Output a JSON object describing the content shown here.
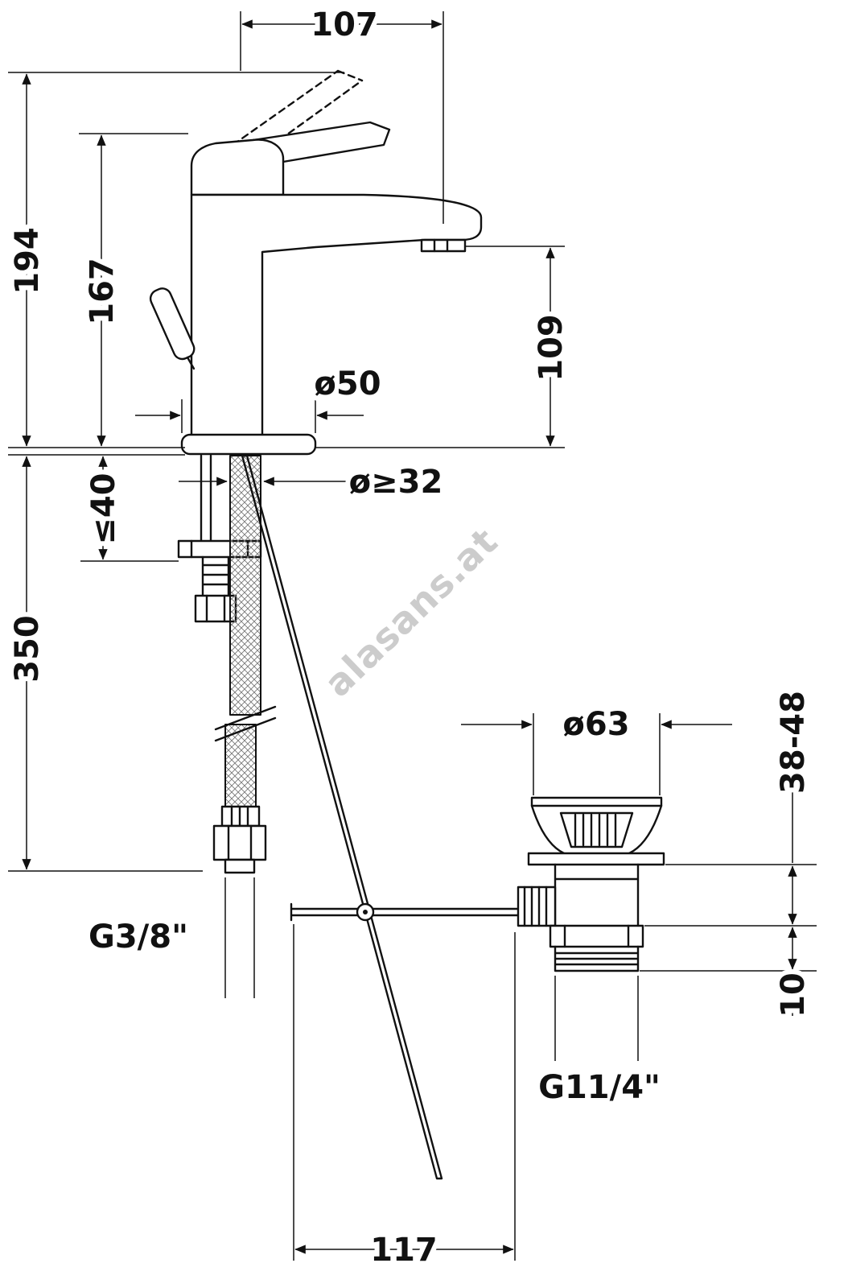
{
  "drawing": {
    "watermark": "alasans.at",
    "colors": {
      "line": "#111111",
      "watermark": "#a3a3a3",
      "background": "#ffffff"
    },
    "dimensions": {
      "spout_reach": "107",
      "overall_height": "194",
      "height_to_top": "167",
      "spout_height": "109",
      "base_diameter": "ø50",
      "mounting_hole_diameter": "ø≥32",
      "max_deck_thickness": "≤40",
      "hose_length": "350",
      "waste_flange_diameter": "ø63",
      "waste_clamp_range": "38-48",
      "supply_thread": "G3/8\"",
      "waste_thread": "G11/4\"",
      "waste_detail": "10",
      "rod_to_waste_offset": "117"
    }
  }
}
